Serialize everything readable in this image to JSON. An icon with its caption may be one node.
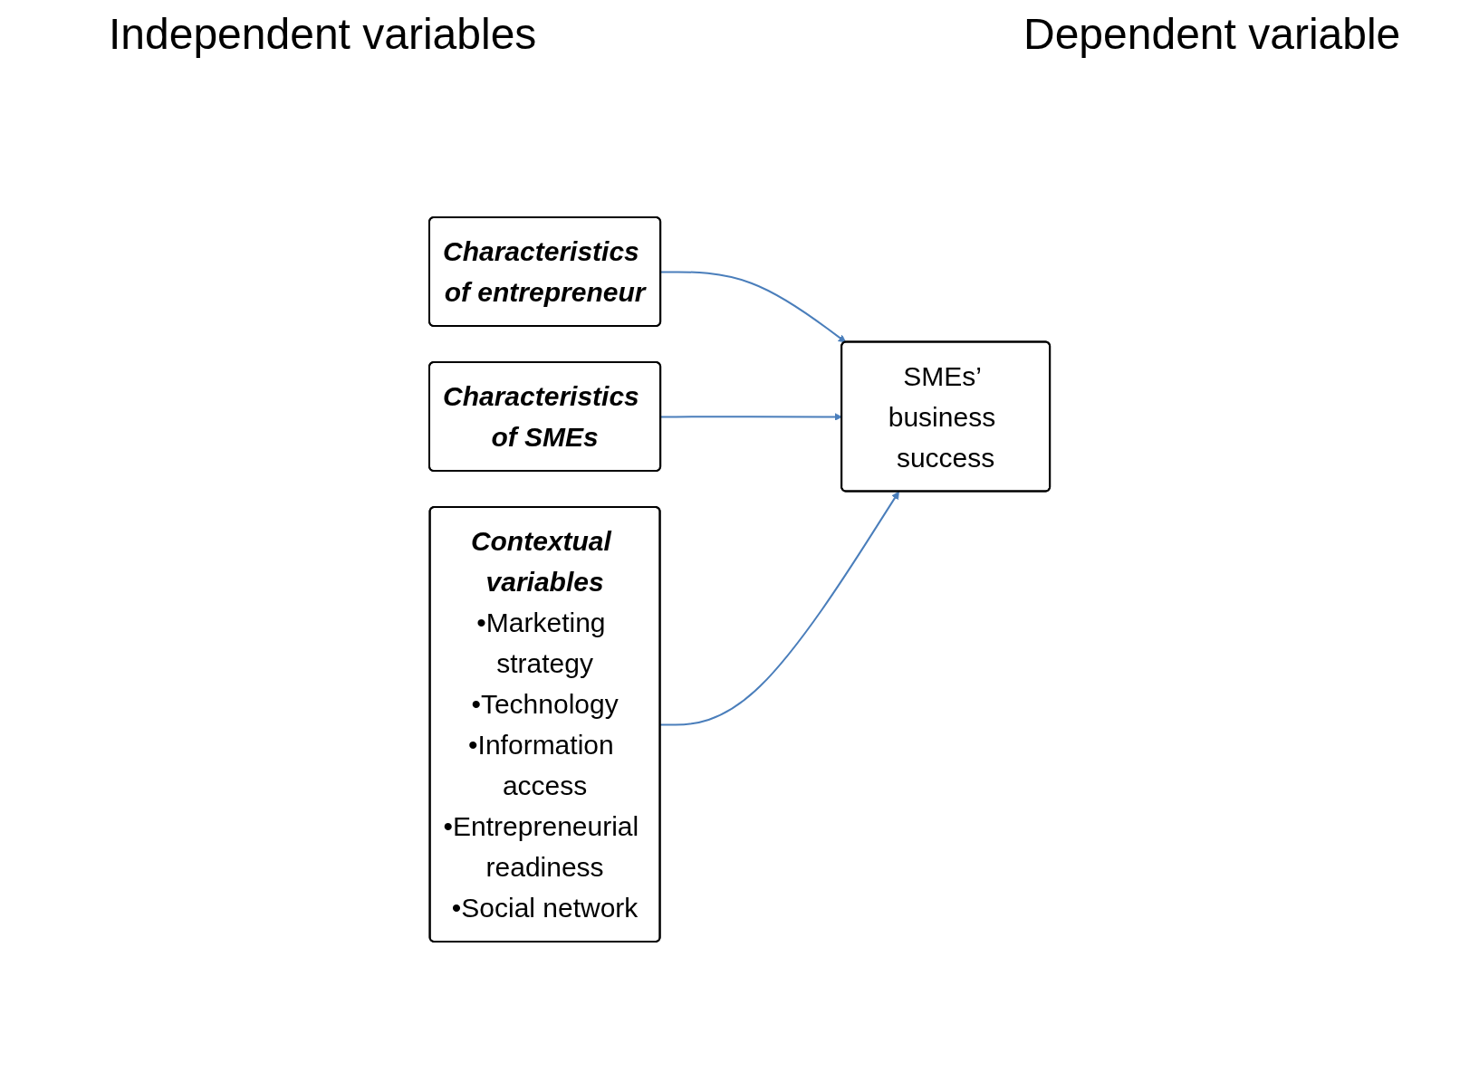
{
  "diagram": {
    "nodes": [
      {
        "text": [
          "Characteristics of entrepreneur"
        ]
      },
      {
        "text": [
          "Characteristics of SMEs"
        ]
      },
      {
        "text": [
          "Contextual variables",
          "•Marketing strategy",
          "•Technology",
          "•Information access",
          "•Entrepreneurial readiness",
          "•Social network"
        ]
      },
      {
        "text": [
          "SMEs’ business success"
        ]
      }
    ],
    "edges": [
      {
        "from": 0,
        "to": 3,
        "arrow": "to"
      },
      {
        "from": 1,
        "to": 3,
        "arrow": "to"
      },
      {
        "from": 2,
        "to": 3,
        "arrow": "to"
      }
    ],
    "labels": [
      "Independent variables",
      "Dependent variable"
    ]
  }
}
